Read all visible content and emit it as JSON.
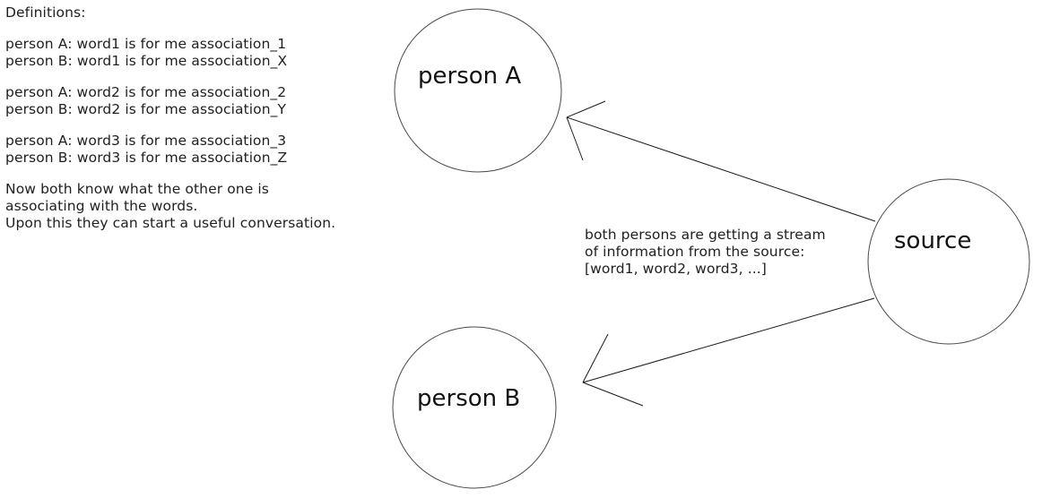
{
  "colors": {
    "background": "#ffffff",
    "ink": "#1f1f1f",
    "node_stroke": "#4a4a4a",
    "arrow_stroke": "#1a1a1a"
  },
  "definitions_panel": {
    "title": "Definitions:",
    "word_pairs": [
      {
        "person_a": "person A: word1 is for me association_1",
        "person_b": "person B: word1 is for me association_X"
      },
      {
        "person_a": "person A: word2 is for me association_2",
        "person_b": "person B: word2 is for me association_Y"
      },
      {
        "person_a": "person A: word3 is for me association_3",
        "person_b": "person B: word3 is for me association_Z"
      }
    ],
    "conclusion_lines": [
      "Now both know what the other one is",
      "associating with the words.",
      "Upon this they can start a useful conversation."
    ]
  },
  "diagram": {
    "nodes": {
      "person_a": {
        "label": "person A"
      },
      "person_b": {
        "label": "person B"
      },
      "source": {
        "label": "source"
      }
    },
    "edges": [
      {
        "from": "source",
        "to": "person_a",
        "direction": "arrow-points-at-person-a"
      },
      {
        "from": "source",
        "to": "person_b",
        "direction": "arrow-points-at-person-b"
      }
    ],
    "stream_annotation": {
      "lines": [
        "both persons are getting a stream",
        "of information from the source:",
        "[word1, word2, word3, ...]"
      ]
    }
  }
}
